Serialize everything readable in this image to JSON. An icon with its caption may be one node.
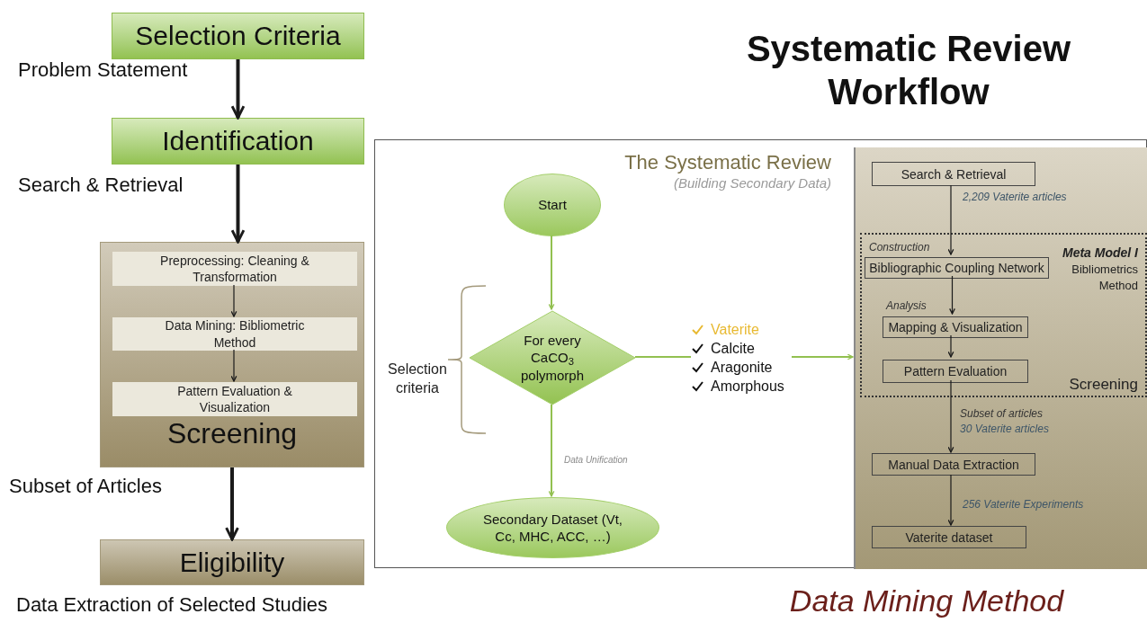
{
  "diagram": {
    "title": "Systematic Review Workflow",
    "caption": "Data Mining Method",
    "nodes": [
      {
        "text": [
          "Selection Criteria"
        ]
      },
      {
        "text": [
          "Identification"
        ]
      },
      {
        "text": [
          "Screening"
        ]
      },
      {
        "text": [
          "Preprocessing: Cleaning & Transformation"
        ],
        "in": 2
      },
      {
        "text": [
          "Data Mining: Bibliometric Method"
        ],
        "in": 2
      },
      {
        "text": [
          "Pattern Evaluation & Visualization"
        ],
        "in": 2
      },
      {
        "text": [
          "Eligibility"
        ],
        "beside": [
          "Data Extraction of Selected Studies"
        ]
      },
      {
        "text": [
          "The Systematic Review",
          "(Building Secondary Data)"
        ]
      },
      {
        "text": [
          "Start"
        ],
        "in": 7
      },
      {
        "text": [
          "For every CaCO$_{3}$ polymorph"
        ],
        "in": 7
      },
      {
        "text": [
          "Secondary Dataset (Vt, Cc, MHC, ACC, …)"
        ],
        "in": 7
      },
      {
        "text": [
          "Vaterite",
          "Calcite",
          "Aragonite",
          "Amorphous"
        ],
        "in": 7
      },
      {
        "text": [],
        "shape": "box",
        "in": 7
      },
      {
        "text": [
          "Search & Retrieval"
        ],
        "in": 12
      },
      {
        "text": [
          "Meta Model I",
          "Bibliometrics Method",
          "Screening"
        ],
        "in": 12
      },
      {
        "text": [
          "Bibliographic Coupling Network"
        ],
        "in": 14,
        "beside": [
          "Construction"
        ]
      },
      {
        "text": [
          "Mapping & Visualization"
        ],
        "in": 14,
        "beside": [
          "Analysis"
        ]
      },
      {
        "text": [
          "Pattern Evaluation"
        ],
        "in": 14
      },
      {
        "text": [
          "Manual Data Extraction"
        ],
        "in": 12
      },
      {
        "text": [
          "Vaterite dataset"
        ],
        "in": 12
      }
    ],
    "edges": [
      {
        "from": 0,
        "to": 1,
        "arrow": "to",
        "label": "Problem Statement",
        "style": "thick"
      },
      {
        "from": 1,
        "to": 2,
        "arrow": "to",
        "label": "Search & Retrieval",
        "style": "thick"
      },
      {
        "from": 3,
        "to": 4,
        "arrow": "to"
      },
      {
        "from": 4,
        "to": 5,
        "arrow": "to"
      },
      {
        "from": 2,
        "to": 6,
        "arrow": "to",
        "label": "Subset of Articles",
        "style": "thick"
      },
      {
        "from": 8,
        "to": 9,
        "arrow": "to",
        "color": "#92c050"
      },
      {
        "from": 9,
        "to": 10,
        "arrow": "to",
        "label": "Data Unification",
        "color": "#92c050"
      },
      {
        "from": 9,
        "to": 11,
        "arrow": "none",
        "color": "#92c050"
      },
      {
        "from": 11,
        "to": 12,
        "arrow": "to",
        "color": "#92c050"
      },
      {
        "from": 13,
        "to": 15,
        "arrow": "to",
        "label": "2,209 Vaterite articles"
      },
      {
        "from": 15,
        "to": 16,
        "arrow": "to"
      },
      {
        "from": 16,
        "to": 17,
        "arrow": "to"
      },
      {
        "from": 17,
        "to": 18,
        "arrow": "to",
        "label": "30 Vaterite articles"
      },
      {
        "from": 18,
        "to": 19,
        "arrow": "to",
        "label": "256 Vaterite Experiments"
      }
    ],
    "labels": [
      "Selection criteria",
      "Subset of articles"
    ]
  }
}
